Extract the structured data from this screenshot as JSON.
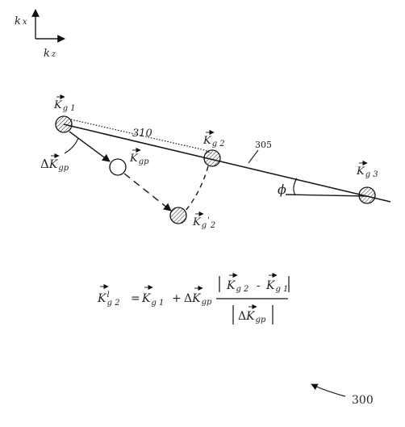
{
  "axes": {
    "vertical_label": "k",
    "vertical_sub": "x",
    "horizontal_label": "k",
    "horizontal_sub": "z"
  },
  "nodes": [
    {
      "id": "kg1",
      "base": "K",
      "sub": "g 1",
      "prime": ""
    },
    {
      "id": "kg2",
      "base": "K",
      "sub": "g 2",
      "prime": ""
    },
    {
      "id": "kg3",
      "base": "K",
      "sub": "g 3",
      "prime": ""
    },
    {
      "id": "kgp",
      "base": "K",
      "sub": "gp",
      "prime": ""
    },
    {
      "id": "kg2p",
      "base": "K",
      "sub": "g",
      "prime": "'",
      "sub2": "2"
    }
  ],
  "labels": {
    "ref_310": "310",
    "ref_305": "305",
    "ref_300": "300",
    "delta": "Δ",
    "phi": "ϕ"
  },
  "equation": {
    "lhs_base": "K",
    "lhs_sup": "l",
    "lhs_sub": "g 2",
    "equals": "=",
    "term1_base": "K",
    "term1_sub": "g 1",
    "plus": "+",
    "delta": "Δ",
    "term2_base": "K",
    "term2_sub": "gp",
    "num_a_base": "K",
    "num_a_sub": "g 2",
    "minus": "-",
    "num_b_base": "K",
    "num_b_sub": "g 1",
    "den_delta": "Δ",
    "den_base": "K",
    "den_sub": "gp"
  }
}
